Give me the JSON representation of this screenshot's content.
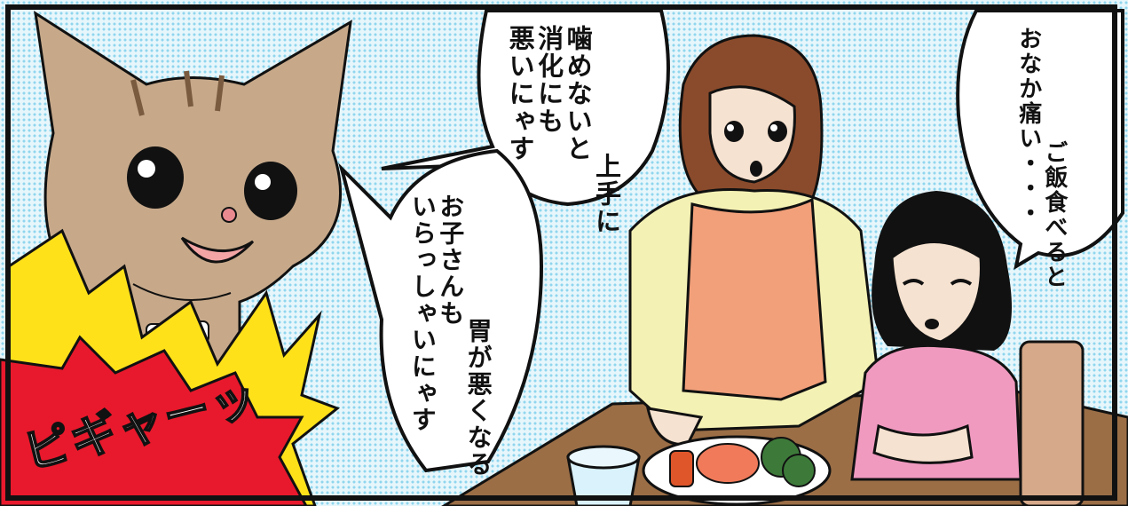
{
  "bubble_cat_top": {
    "lines": [
      "上手に",
      "噛めないと",
      "消化にも",
      "悪いにゃす"
    ]
  },
  "bubble_cat_bottom": {
    "lines": [
      "胃が悪くなる",
      "お子さんも",
      "いらっしゃいにゃす"
    ]
  },
  "bubble_girl": {
    "lines": [
      "ご飯食べると",
      "おなか痛い・・・"
    ]
  },
  "sound_effect": {
    "text": "ピギャーッ"
  },
  "colors": {
    "background_dots": "#8fd6ee",
    "cat_fur": "#c7a98a",
    "burst_yellow": "#ffe11a",
    "burst_red": "#e8192c",
    "apron": "#f2a07a",
    "mother_shirt": "#f4f1b4",
    "girl_shirt": "#f19ac0",
    "table": "#9b6e46"
  },
  "icons": [
    "cat-character",
    "mother-character",
    "girl-character",
    "meal-plate",
    "water-glass",
    "tooth-necklace"
  ]
}
